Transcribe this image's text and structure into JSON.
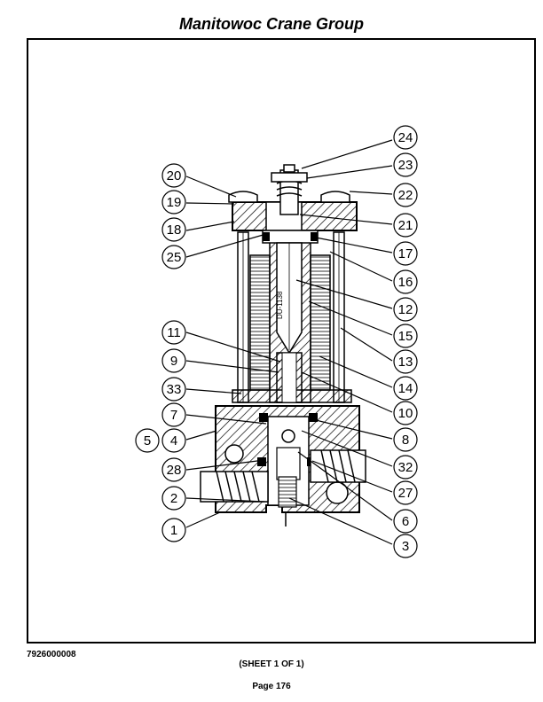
{
  "header": {
    "title": "Manitowoc Crane Group"
  },
  "footer": {
    "doc_number": "7926000008",
    "sheet": "(SHEET 1 OF 1)",
    "page": "Page 176"
  },
  "drawing": {
    "engraved_text": "DU-1138",
    "callouts": [
      "1",
      "2",
      "3",
      "4",
      "5",
      "6",
      "7",
      "8",
      "9",
      "10",
      "11",
      "12",
      "13",
      "14",
      "15",
      "16",
      "17",
      "18",
      "19",
      "20",
      "21",
      "22",
      "23",
      "24",
      "25",
      "27",
      "28",
      "32",
      "33"
    ]
  }
}
